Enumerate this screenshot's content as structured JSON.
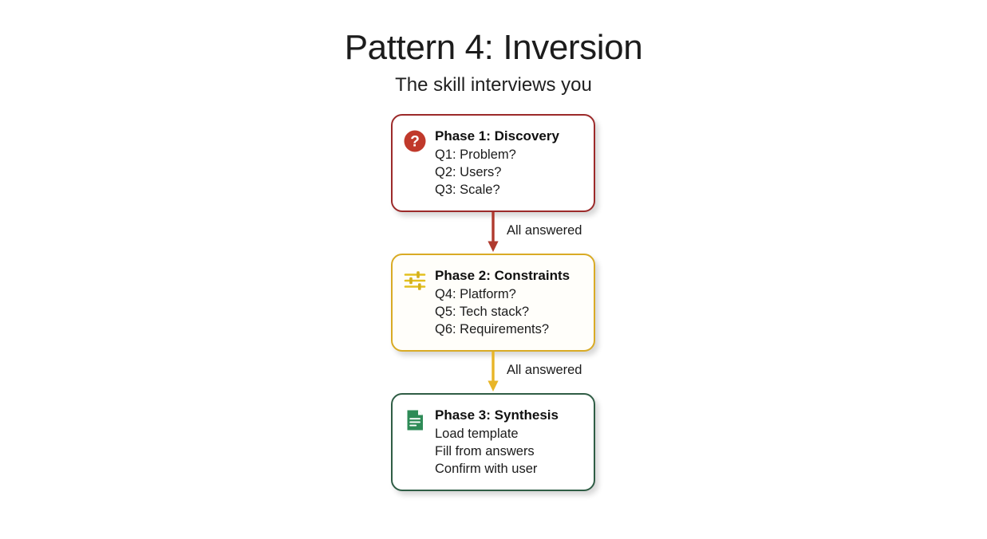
{
  "header": {
    "title": "Pattern 4: Inversion",
    "subtitle": "The skill interviews you"
  },
  "colors": {
    "phase1_accent": "#c0392b",
    "phase1_border": "#9c2a2a",
    "phase2_accent": "#e3c01f",
    "phase2_border": "#d9ab25",
    "phase3_accent": "#2e8b57",
    "phase3_border": "#2f5d45",
    "arrow1": "#b03a2e",
    "arrow2": "#e8b528",
    "background": "#ffffff",
    "text": "#1a1a1a"
  },
  "flow": {
    "phases": [
      {
        "id": "phase-1",
        "icon": "question-mark-circle-icon",
        "heading": "Phase 1: Discovery",
        "lines": [
          "Q1: Problem?",
          "Q2: Users?",
          "Q3: Scale?"
        ]
      },
      {
        "id": "phase-2",
        "icon": "sliders-tune-icon",
        "heading": "Phase 2: Constraints",
        "lines": [
          "Q4: Platform?",
          "Q5: Tech stack?",
          "Q6: Requirements?"
        ]
      },
      {
        "id": "phase-3",
        "icon": "document-icon",
        "heading": "Phase 3: Synthesis",
        "lines": [
          "Load template",
          "Fill from answers",
          "Confirm with user"
        ]
      }
    ],
    "connectors": [
      {
        "id": "connector-1",
        "label": "All answered"
      },
      {
        "id": "connector-2",
        "label": "All answered"
      }
    ]
  }
}
